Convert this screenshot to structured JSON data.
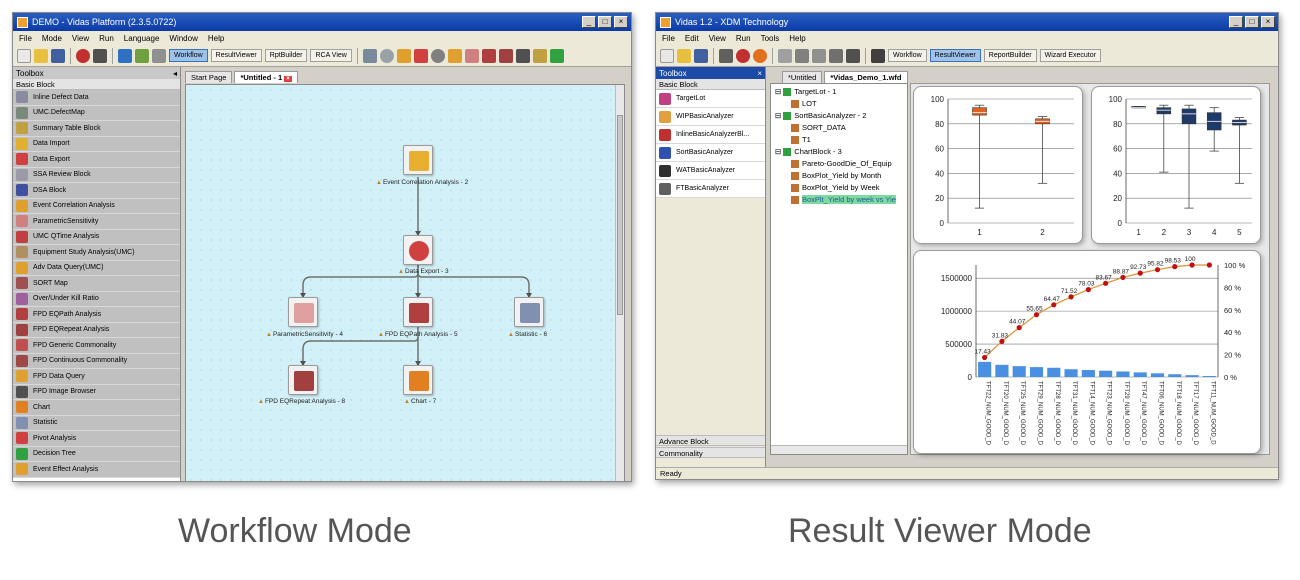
{
  "left_window": {
    "title": "DEMO - Vidas Platform (2.3.5.0722)",
    "menus": [
      "File",
      "Mode",
      "View",
      "Run",
      "Language",
      "Window",
      "Help"
    ],
    "toolbar_buttons": [
      "Workflow",
      "ResultViewer",
      "RptBuilder",
      "RCA View"
    ],
    "toolbox": {
      "header": "Toolbox",
      "section": "Basic Block",
      "items": [
        {
          "label": "Inline Defect Data",
          "color": "#8a8aa0"
        },
        {
          "label": "UMC.DefectMap",
          "color": "#7a8a7a"
        },
        {
          "label": "Summary Table Block",
          "color": "#c0a040"
        },
        {
          "label": "Data Import",
          "color": "#e0b030"
        },
        {
          "label": "Data Export",
          "color": "#d04040"
        },
        {
          "label": "SSA Review Block",
          "color": "#9a9aa8"
        },
        {
          "label": "DSA Block",
          "color": "#4050a0"
        },
        {
          "label": "Event Correlation Analysis",
          "color": "#e0a030"
        },
        {
          "label": "ParametricSensitivity",
          "color": "#d08080"
        },
        {
          "label": "UMC QTime Analysis",
          "color": "#c04040"
        },
        {
          "label": "Equipment Study Analysis(UMC)",
          "color": "#b09060"
        },
        {
          "label": "Adv Data Query(UMC)",
          "color": "#e0a030"
        },
        {
          "label": "SORT Map",
          "color": "#a05050"
        },
        {
          "label": "Over/Under Kill Ratio",
          "color": "#a060a0"
        },
        {
          "label": "FPD EQPath Analysis",
          "color": "#b04040"
        },
        {
          "label": "FPD EQRepeat Analysis",
          "color": "#a04040"
        },
        {
          "label": "FPD Generic Commonality",
          "color": "#c05050"
        },
        {
          "label": "FPD Continuous Commonality",
          "color": "#a04848"
        },
        {
          "label": "FPD Data Query",
          "color": "#e0a030"
        },
        {
          "label": "FPD Image Browser",
          "color": "#505050"
        },
        {
          "label": "Chart",
          "color": "#e08020"
        },
        {
          "label": "Statistic",
          "color": "#8090b0"
        },
        {
          "label": "Pivot Analysis",
          "color": "#d04040"
        },
        {
          "label": "Decision Tree",
          "color": "#30a040"
        },
        {
          "label": "Event Effect Analysis",
          "color": "#e0a030"
        }
      ]
    },
    "doc_tabs": [
      "Start Page",
      "*Untitled - 1"
    ],
    "nodes": [
      {
        "label": "Event Correlation Analysis - 2",
        "color": "#e8b030"
      },
      {
        "label": "Data Export - 3",
        "color": "#d04040"
      },
      {
        "label": "ParametricSensitivity - 4",
        "color": "#e0a0a0"
      },
      {
        "label": "FPD EQPath Analysis - 5",
        "color": "#b04040"
      },
      {
        "label": "Statistic - 6",
        "color": "#8090b0"
      },
      {
        "label": "FPD EQRepeat Analysis - 8",
        "color": "#a04040"
      },
      {
        "label": "Chart - 7",
        "color": "#e08020"
      }
    ]
  },
  "right_window": {
    "title": "Vidas 1.2 - XDM Technology",
    "menus": [
      "File",
      "Edit",
      "View",
      "Run",
      "Tools",
      "Help"
    ],
    "toolbar_buttons": [
      "Workflow",
      "ResultViewer",
      "ReportBuilder",
      "Wizard Executor"
    ],
    "toolbox": {
      "header": "Toolbox",
      "section": "Basic Block",
      "items": [
        {
          "label": "TargetLot",
          "color": "#c04080"
        },
        {
          "label": "WIPBasicAnalyzer",
          "color": "#e0a040"
        },
        {
          "label": "InlineBasicAnalyzerBl...",
          "color": "#c03030"
        },
        {
          "label": "SortBasicAnalyzer",
          "color": "#3050b0"
        },
        {
          "label": "WATBasicAnalyzer",
          "color": "#303030"
        },
        {
          "label": "FTBasicAnalyzer",
          "color": "#606060"
        }
      ],
      "footer_sections": [
        "Advance Block",
        "Commonality"
      ]
    },
    "doc_tabs": [
      "*Untitled",
      "*Vidas_Demo_1.wfd"
    ],
    "tree": [
      {
        "label": "TargetLot - 1",
        "level": 0
      },
      {
        "label": "LOT",
        "level": 1
      },
      {
        "label": "SortBasicAnalyzer - 2",
        "level": 0
      },
      {
        "label": "SORT_DATA",
        "level": 1
      },
      {
        "label": "T1",
        "level": 1
      },
      {
        "label": "ChartBlock - 3",
        "level": 0
      },
      {
        "label": "Pareto-GoodDie_Of_Equip",
        "level": 1
      },
      {
        "label": "BoxPlot_Yield by Month",
        "level": 1
      },
      {
        "label": "BoxPlot_Yield by Week",
        "level": 1
      },
      {
        "label": "BoxPlt_Yield by week vs Yie",
        "level": 1
      }
    ],
    "status": "Ready"
  },
  "captions": {
    "left": "Workflow Mode",
    "right": "Result Viewer Mode"
  },
  "chart_data": [
    {
      "type": "box",
      "categories": [
        "1",
        "2"
      ],
      "series": [
        {
          "values": [
            {
              "min": 12,
              "q1": 87,
              "median": 89,
              "q3": 93,
              "max": 95
            },
            {
              "min": 32,
              "q1": 80,
              "median": 82,
              "q3": 84,
              "max": 86
            }
          ]
        }
      ],
      "ylim": [
        0,
        100
      ],
      "yticks": [
        0,
        20,
        40,
        60,
        80,
        100
      ],
      "colors": [
        "#e06020"
      ],
      "grid": true
    },
    {
      "type": "box",
      "categories": [
        "1",
        "2",
        "3",
        "4",
        "5"
      ],
      "series": [
        {
          "values": [
            {
              "min": 93,
              "q1": 93,
              "median": 93,
              "q3": 94,
              "max": 94
            },
            {
              "min": 41,
              "q1": 88,
              "median": 91,
              "q3": 93,
              "max": 95
            },
            {
              "min": 12,
              "q1": 80,
              "median": 88,
              "q3": 92,
              "max": 95
            },
            {
              "min": 58,
              "q1": 75,
              "median": 82,
              "q3": 89,
              "max": 93
            },
            {
              "min": 32,
              "q1": 79,
              "median": 81,
              "q3": 83,
              "max": 85
            }
          ]
        }
      ],
      "ylim": [
        0,
        100
      ],
      "yticks": [
        0,
        20,
        40,
        60,
        80,
        100
      ],
      "colors": [
        "#1f3a68"
      ],
      "grid": true
    },
    {
      "type": "pareto",
      "categories": [
        "TFT22_NUM_GOOD_D",
        "TFT20_NUM_GOOD_D",
        "TFT25_NUM_GOOD_D",
        "TFT29_NUM_GOOD_D",
        "TFT28_NUM_GOOD_D",
        "TFT31_NUM_GOOD_D",
        "TFT14_NUM_GOOD_D",
        "TFT23_NUM_GOOD_D",
        "TFT29_NUM_GOOD_D",
        "TFT47_NUM_GOOD_D",
        "TFT06_NUM_GOOD_D",
        "TFT18_NUM_GOOD_D",
        "TFT17_NUM_GOOD_D",
        "TFT11_NUM_GOOD_D"
      ],
      "bar_values": [
        230000,
        185000,
        165000,
        150000,
        140000,
        118000,
        106000,
        96000,
        84000,
        70000,
        56000,
        42000,
        28000,
        15000
      ],
      "cumulative_percent": [
        17.43,
        31.83,
        44.07,
        55.65,
        64.47,
        71.52,
        78.03,
        83.67,
        88.87,
        92.73,
        95.82,
        98.53,
        100,
        100
      ],
      "cumulative_labels": [
        "17.43",
        "31.83",
        "44.07",
        "55.65",
        "64.47",
        "71.52",
        "78.03",
        "83.67",
        "88.87",
        "92.73",
        "95.82",
        "98.53",
        "100",
        ""
      ],
      "ylim": [
        0,
        1700000
      ],
      "yticks": [
        0,
        500000,
        1000000,
        1500000
      ],
      "y2lim": [
        0,
        100
      ],
      "y2ticks": [
        "0 %",
        "20 %",
        "40 %",
        "60 %",
        "80 %",
        "100 %"
      ],
      "colors": {
        "bar": "#4a90e2",
        "line": "#e09030",
        "marker": "#c01010"
      },
      "grid": true
    }
  ]
}
